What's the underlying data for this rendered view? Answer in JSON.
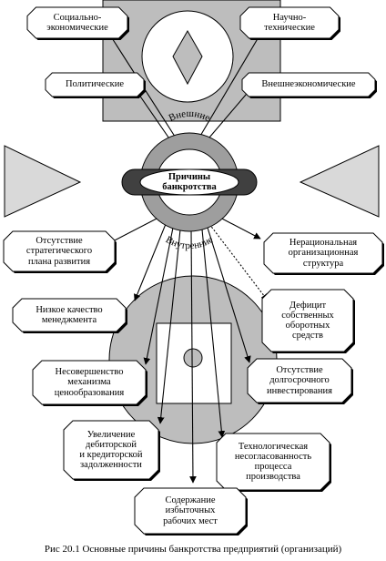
{
  "external": {
    "ring_label": "Внешние",
    "items": [
      {
        "id": "socio",
        "text": "Социально-\nэкономические"
      },
      {
        "id": "tech",
        "text": "Научно-\nтехнические"
      },
      {
        "id": "polit",
        "text": "Политические"
      },
      {
        "id": "foreign",
        "text": "Внешнеэкономические"
      }
    ]
  },
  "center": {
    "text": "Причины\nбанкротства"
  },
  "internal": {
    "ring_label": "Внутренние",
    "items": [
      {
        "id": "strategy",
        "text": "Отсутствие\nстратегического\nплана развития"
      },
      {
        "id": "structure",
        "text": "Нерациональная\nорганизационная\nструктура"
      },
      {
        "id": "management",
        "text": "Низкое качество\nменеджмента"
      },
      {
        "id": "deficit",
        "text": "Дефицит\nсобственных\nоборотных\nсредств"
      },
      {
        "id": "pricing",
        "text": "Несовершенство\nмеханизма\nценообразования"
      },
      {
        "id": "investment",
        "text": "Отсутствие\nдолгосрочного\nинвестирования"
      },
      {
        "id": "receivables",
        "text": "Увеличение\nдебиторской\nи кредиторской\nзадолженности"
      },
      {
        "id": "tech_mismatch",
        "text": "Технологическая\nнесогласованность\nпроцесса\nпроизводства"
      },
      {
        "id": "excess_jobs",
        "text": "Содержание\nизбыточных\nрабочих мест"
      }
    ]
  },
  "caption": "Рис 20.1 Основные причины банкротства предприятий (организаций)",
  "colors": {
    "gray": "#bdbdbd",
    "dark": "#808080",
    "black": "#000000",
    "white": "#ffffff"
  }
}
